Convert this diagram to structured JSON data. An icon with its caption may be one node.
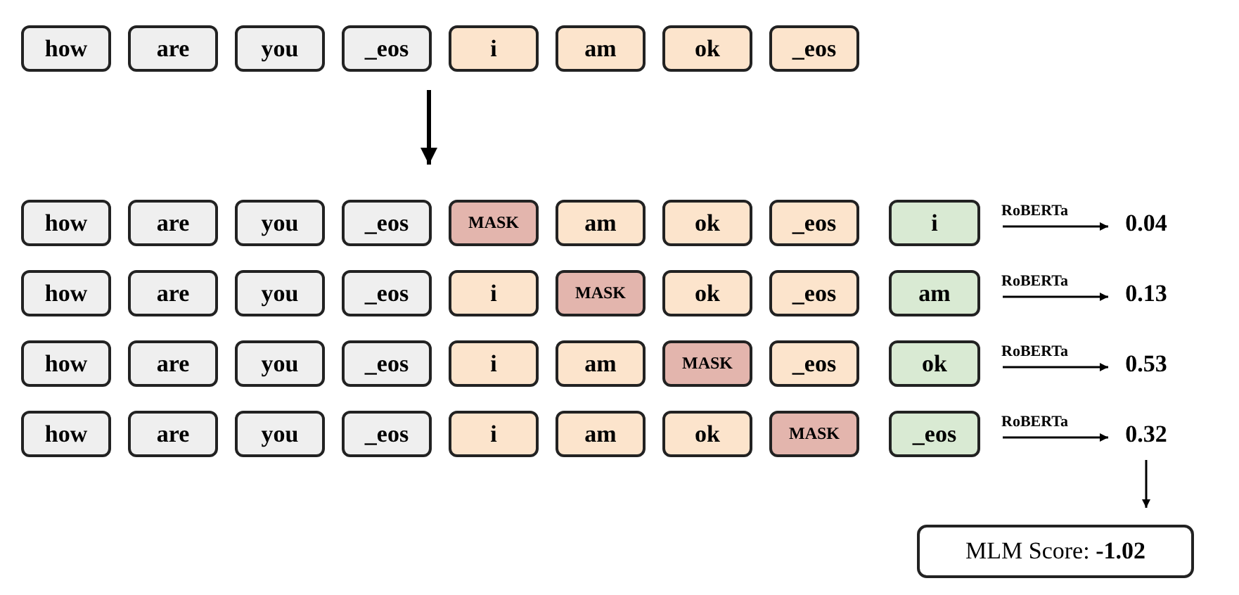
{
  "diagram": {
    "nodes": [
      {
        "text": [
          "how"
        ]
      },
      {
        "text": [
          "are"
        ]
      },
      {
        "text": [
          "you"
        ]
      },
      {
        "text": [
          "_eos"
        ]
      },
      {
        "text": [
          "i"
        ]
      },
      {
        "text": [
          "am"
        ]
      },
      {
        "text": [
          "ok"
        ]
      },
      {
        "text": [
          "_eos"
        ]
      },
      {
        "text": [
          "how"
        ]
      },
      {
        "text": [
          "are"
        ]
      },
      {
        "text": [
          "you"
        ]
      },
      {
        "text": [
          "_eos"
        ]
      },
      {
        "text": [
          "MASK"
        ]
      },
      {
        "text": [
          "am"
        ]
      },
      {
        "text": [
          "ok"
        ]
      },
      {
        "text": [
          "_eos"
        ]
      },
      {
        "text": [
          "i"
        ]
      },
      {
        "text": [
          "0.04"
        ]
      },
      {
        "text": [
          "how"
        ]
      },
      {
        "text": [
          "are"
        ]
      },
      {
        "text": [
          "you"
        ]
      },
      {
        "text": [
          "_eos"
        ]
      },
      {
        "text": [
          "i"
        ]
      },
      {
        "text": [
          "MASK"
        ]
      },
      {
        "text": [
          "ok"
        ]
      },
      {
        "text": [
          "_eos"
        ]
      },
      {
        "text": [
          "am"
        ]
      },
      {
        "text": [
          "0.13"
        ]
      },
      {
        "text": [
          "how"
        ]
      },
      {
        "text": [
          "are"
        ]
      },
      {
        "text": [
          "you"
        ]
      },
      {
        "text": [
          "_eos"
        ]
      },
      {
        "text": [
          "i"
        ]
      },
      {
        "text": [
          "am"
        ]
      },
      {
        "text": [
          "MASK"
        ]
      },
      {
        "text": [
          "_eos"
        ]
      },
      {
        "text": [
          "ok"
        ]
      },
      {
        "text": [
          "0.53"
        ]
      },
      {
        "text": [
          "how"
        ]
      },
      {
        "text": [
          "are"
        ]
      },
      {
        "text": [
          "you"
        ]
      },
      {
        "text": [
          "_eos"
        ]
      },
      {
        "text": [
          "i"
        ]
      },
      {
        "text": [
          "am"
        ]
      },
      {
        "text": [
          "ok"
        ]
      },
      {
        "text": [
          "MASK"
        ]
      },
      {
        "text": [
          "_eos"
        ]
      },
      {
        "text": [
          "0.32"
        ]
      },
      {
        "text": [
          "MLM Score: **-1.02**"
        ]
      }
    ],
    "edges": [
      {
        "from": 16,
        "to": 17,
        "arrow": "to",
        "label": "RoBERTa"
      },
      {
        "from": 26,
        "to": 27,
        "arrow": "to",
        "label": "RoBERTa"
      },
      {
        "from": 36,
        "to": 37,
        "arrow": "to",
        "label": "RoBERTa"
      },
      {
        "from": 46,
        "to": 47,
        "arrow": "to",
        "label": "RoBERTa"
      },
      {
        "from": 47,
        "to": 48,
        "arrow": "to"
      }
    ]
  }
}
